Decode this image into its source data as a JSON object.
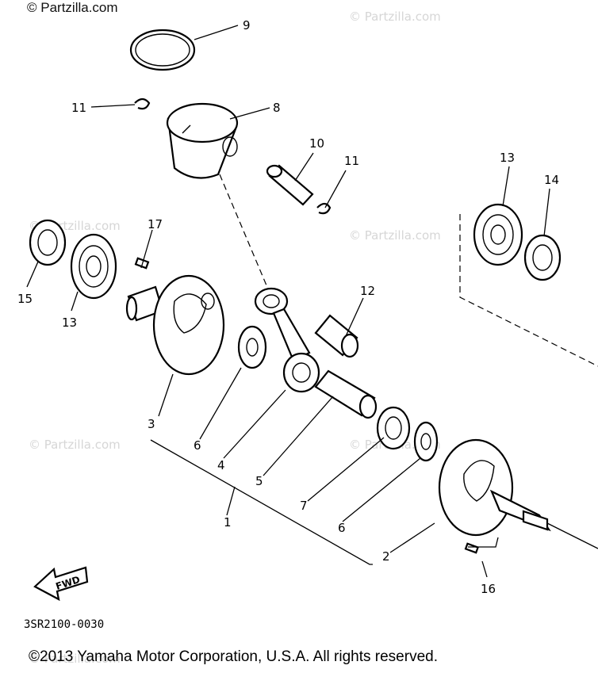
{
  "watermark_main": "© Partzilla.com",
  "watermark_faint": "© Partzilla.com",
  "diagram_code": "3SR2100-0030",
  "fwd_label": "FWD",
  "copyright": "©2013  Yamaha Motor Corporation, U.S.A. All rights reserved.",
  "callouts": {
    "c1": "1",
    "c2": "2",
    "c3": "3",
    "c4": "4",
    "c5": "5",
    "c6a": "6",
    "c6b": "6",
    "c7": "7",
    "c8": "8",
    "c9": "9",
    "c10": "10",
    "c11a": "11",
    "c11b": "11",
    "c12": "12",
    "c13a": "13",
    "c13b": "13",
    "c14": "14",
    "c15": "15",
    "c16": "16",
    "c17": "17"
  }
}
